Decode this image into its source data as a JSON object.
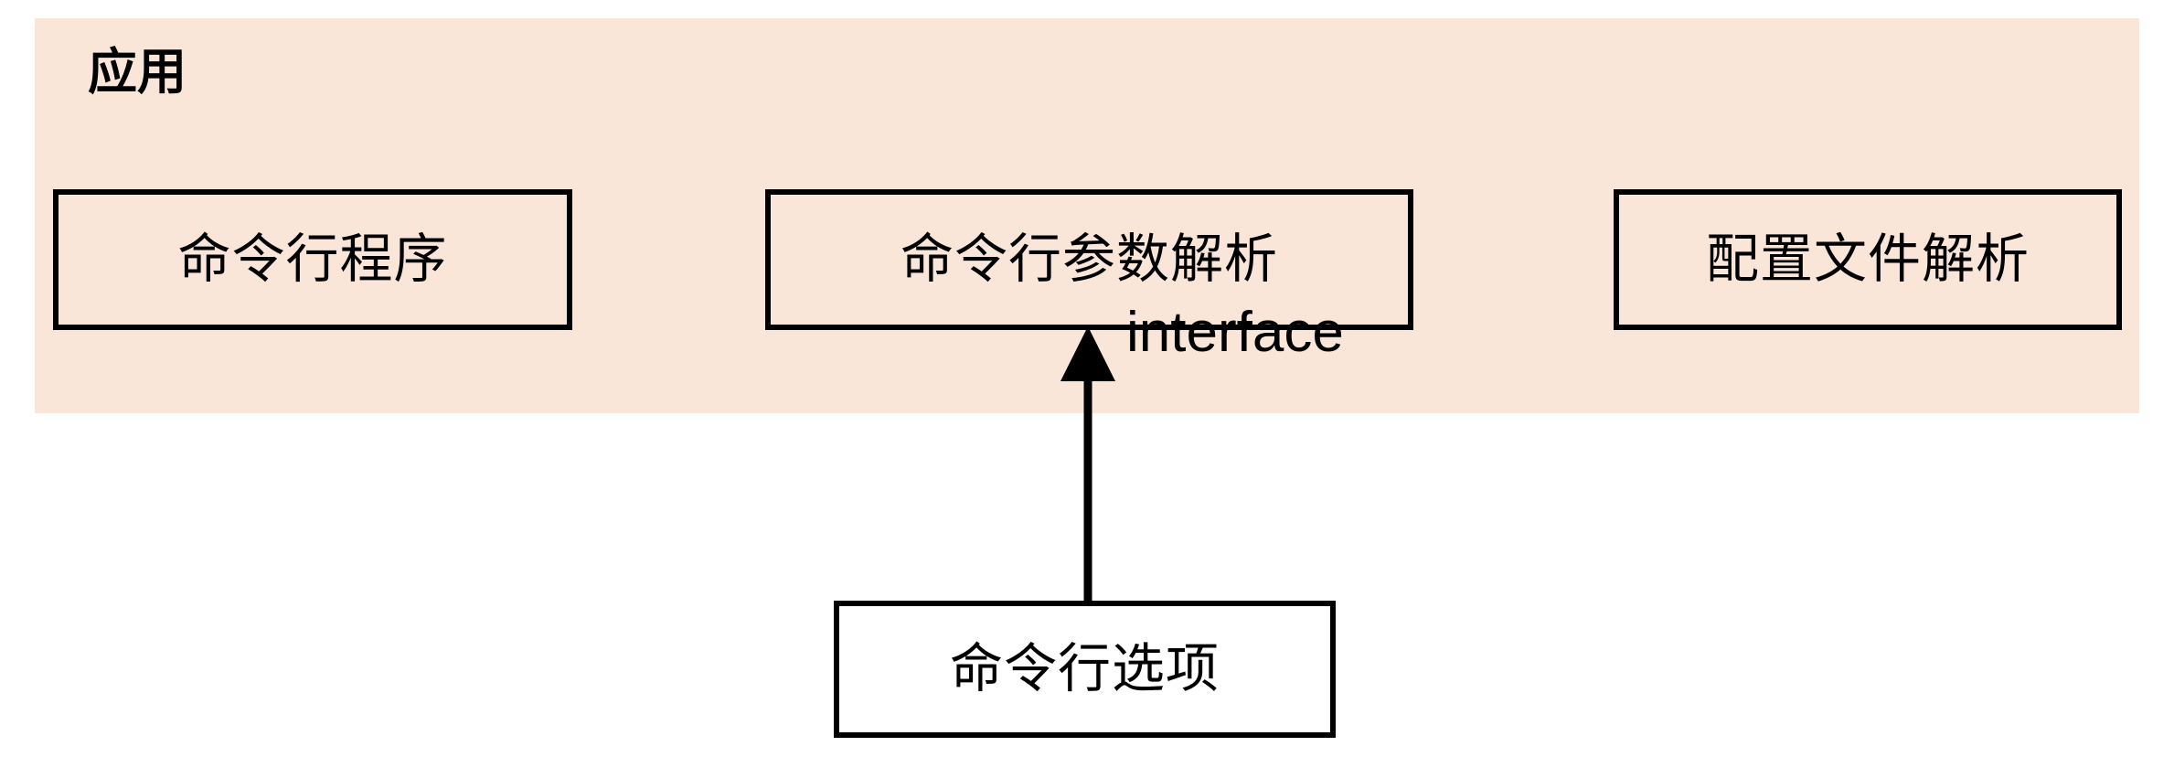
{
  "diagram": {
    "type": "architecture-layer-diagram",
    "background_color": "#ffffff",
    "group": {
      "title": "应用",
      "fill_color": "#fae6d8",
      "nodes": [
        {
          "id": "cli-program",
          "label": "命令行程序",
          "fill": "#fae6d8",
          "border": "#000000"
        },
        {
          "id": "arg-parse",
          "label": "命令行参数解析",
          "fill": "#fae6d8",
          "border": "#000000"
        },
        {
          "id": "config-parse",
          "label": "配置文件解析",
          "fill": "#fae6d8",
          "border": "#000000"
        }
      ]
    },
    "external_nodes": [
      {
        "id": "cli-option",
        "label": "命令行选项",
        "fill": "#ffffff",
        "border": "#000000"
      }
    ],
    "edges": [
      {
        "id": "cli-option-to-arg-parse",
        "from": "cli-option",
        "to": "arg-parse",
        "label": "interface",
        "arrowhead": "filled-triangle",
        "direction": "up",
        "color": "#000000"
      }
    ]
  }
}
